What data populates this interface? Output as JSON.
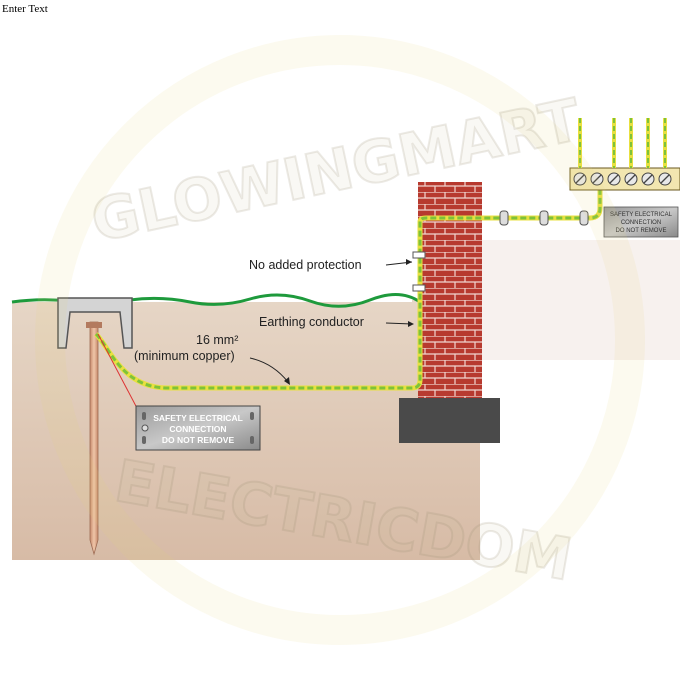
{
  "page": {
    "header_text": "Enter Text"
  },
  "diagram": {
    "labels": {
      "no_added_protection": "No added protection",
      "earthing_conductor": "Earthing conductor",
      "size_line1": "16 mm²",
      "size_line2": "(minimum copper)"
    },
    "plate_large": {
      "line1": "SAFETY ELECTRICAL",
      "line2": "CONNECTION",
      "line3": "DO NOT REMOVE"
    },
    "plate_small": {
      "line1": "SAFETY ELECTRICAL",
      "line2": "CONNECTION",
      "line3": "DO NOT REMOVE"
    },
    "watermark": {
      "top": "GLOWINGMART",
      "bottom": "ELECTRICDOM"
    },
    "colors": {
      "ground": "#dcc9b8",
      "grass": "#1e9a3c",
      "brick": "#b73a2f",
      "conductor_green": "#7ec23a",
      "conductor_yellow": "#e8e040",
      "footing": "#4a4a4a",
      "rod": "#d9a58a"
    }
  }
}
